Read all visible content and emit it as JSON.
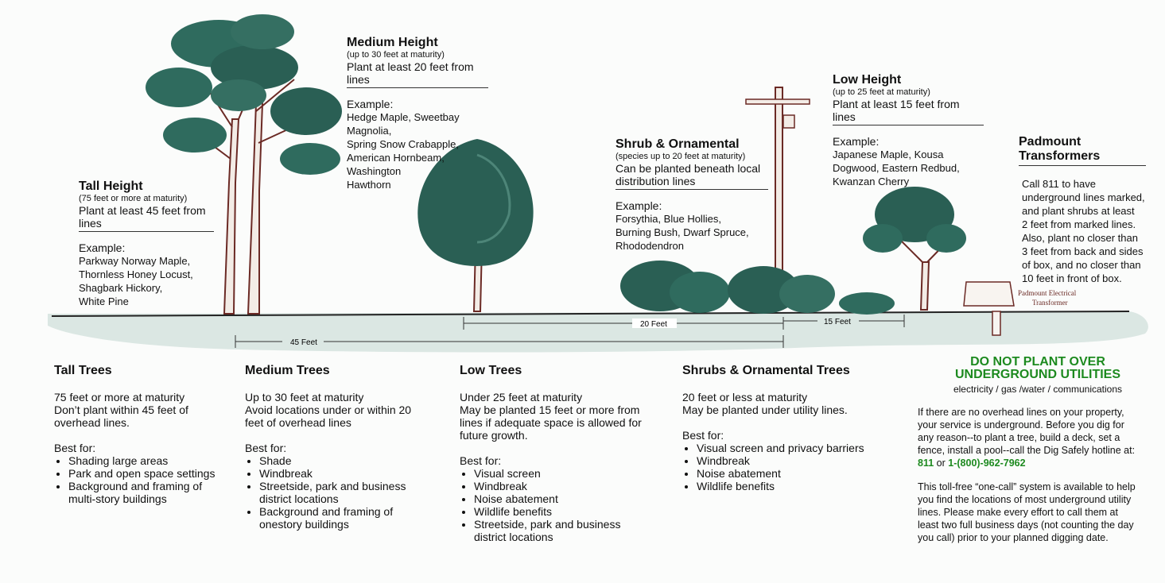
{
  "captions": {
    "tall": {
      "title": "Tall Height",
      "note": "(75 feet or more at maturity)",
      "plant": [
        "Plant at least 45 feet from",
        "lines"
      ],
      "example_label": "Example:",
      "examples": [
        "Parkway Norway Maple,",
        "Thornless Honey Locust,",
        "Shagbark Hickory,",
        "White Pine"
      ]
    },
    "medium": {
      "title": "Medium Height",
      "note": "(up to 30 feet at maturity)",
      "plant": [
        "Plant at least 20 feet from",
        "lines"
      ],
      "example_label": "Example:",
      "examples": [
        "Hedge Maple, Sweetbay Magnolia,",
        "Spring Snow Crabapple,",
        "American Hornbeam,",
        "Washington",
        "Hawthorn"
      ]
    },
    "shrub": {
      "title": "Shrub & Ornamental",
      "note": "(species up to 20 feet at maturity)",
      "plant": [
        "Can be planted beneath local",
        "distribution lines"
      ],
      "example_label": "Example:",
      "examples": [
        "Forsythia,  Blue Hollies,",
        "Burning Bush, Dwarf Spruce,",
        "Rhododendron"
      ]
    },
    "low": {
      "title": "Low Height",
      "note": "(up to 25 feet at maturity)",
      "plant": [
        "Plant at least 15 feet from",
        "lines"
      ],
      "example_label": "Example:",
      "examples": [
        "Japanese Maple, Kousa",
        "Dogwood, Eastern Redbud,",
        "Kwanzan Cherry"
      ]
    },
    "padmount": {
      "title": [
        "Padmount",
        "Transformers"
      ],
      "body": [
        "Call 811 to have",
        "underground lines marked,",
        "and plant shrubs at least",
        "2 feet from marked lines.",
        "Also, plant no closer than",
        "3 feet from back and sides",
        "of box, and no closer than",
        "10 feet in front of box."
      ],
      "box_label": [
        "Padmount Electrical",
        "Transformer"
      ]
    }
  },
  "measurements": {
    "feet_45": "45 Feet",
    "feet_20": "20 Feet",
    "feet_15": "15 Feet"
  },
  "columns": {
    "tall": {
      "heading": "Tall Trees",
      "desc": [
        "75 feet or more at maturity",
        "Don’t plant within 45 feet of",
        "overhead lines."
      ],
      "best_for": "Best for:",
      "items": [
        "Shading large areas",
        "Park and open space settings",
        "Background and framing of",
        "multi-story buildings"
      ]
    },
    "medium": {
      "heading": "Medium Trees",
      "desc": [
        "Up to 30 feet at maturity",
        "Avoid locations under or within 20",
        "feet of overhead lines"
      ],
      "best_for": "Best for:",
      "items": [
        "Shade",
        "Windbreak",
        "Streetside, park and business district locations",
        "Background and framing of onestory buildings"
      ]
    },
    "low": {
      "heading": "Low Trees",
      "desc": [
        "Under 25 feet at maturity",
        "May be planted 15 feet or more from",
        "lines if adequate space is allowed for",
        "future growth."
      ],
      "best_for": "Best for:",
      "items": [
        "Visual screen",
        "Windbreak",
        "Noise abatement",
        "Wildlife benefits",
        "Streetside, park and business district locations"
      ]
    },
    "shrubs": {
      "heading": "Shrubs & Ornamental Trees",
      "desc": [
        "20 feet or less at maturity",
        "May be planted under utility lines."
      ],
      "best_for": "Best for:",
      "items": [
        "Visual screen and privacy barriers",
        "Windbreak",
        "Noise abatement",
        "Wildlife benefits"
      ]
    }
  },
  "utilities": {
    "warning": [
      "DO NOT PLANT OVER",
      "UNDERGROUND UTILITIES"
    ],
    "types": "electricity / gas /water / communications",
    "para1": [
      "If  there are no overhead lines on your property,",
      "your service is underground.  Before you dig for",
      "any reason--to plant a tree, build a deck, set a",
      "fence, install a pool--call the Dig Safely hotline at:"
    ],
    "hotline_811": "811",
    "hotline_or": "or",
    "hotline_phone": "1-(800)-962-7962",
    "para2": [
      "This toll-free “one-call” system is available to help",
      "you find the locations of most underground utility",
      "lines.  Please make every effort to call them at",
      "least two full business days (not counting the day",
      "you call) prior to your planned digging date."
    ]
  },
  "colors": {
    "foliage": "#2f6b5e",
    "foliage_dark": "#1f4b42",
    "trunk": "#6b2a25",
    "ground": "#d9e6e1",
    "accent_green": "#1d8a1f"
  }
}
